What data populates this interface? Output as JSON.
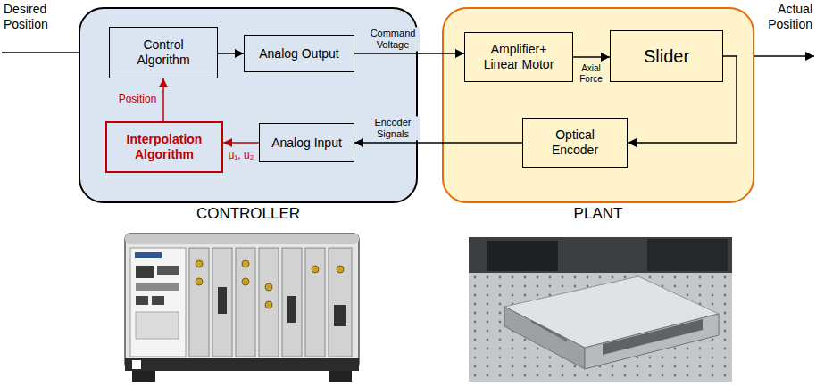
{
  "diagram": {
    "nodes": [
      {
        "text": [
          "CONTROLLER"
        ]
      },
      {
        "text": [
          "Control Algorithm"
        ],
        "in": 0
      },
      {
        "text": [
          "Analog Output"
        ],
        "in": 0
      },
      {
        "text": [
          "Interpolation Algorithm"
        ],
        "in": 0
      },
      {
        "text": [
          "Analog Input"
        ],
        "in": 0
      },
      {
        "text": [
          "PLANT"
        ]
      },
      {
        "text": [
          "Amplifier+ Linear Motor"
        ],
        "in": 5
      },
      {
        "text": [
          "Slider"
        ],
        "in": 5
      },
      {
        "text": [
          "Optical Encoder"
        ],
        "in": 5
      }
    ],
    "edges": [
      {
        "from": 1,
        "to": 2,
        "arrow": "to"
      },
      {
        "from": 2,
        "to": 6,
        "label": "Command Voltage",
        "arrow": "to"
      },
      {
        "from": 6,
        "to": 7,
        "label": "Axial Force",
        "arrow": "to"
      },
      {
        "from": 7,
        "to": 8,
        "arrow": "to"
      },
      {
        "from": 8,
        "to": 4,
        "label": "Encoder Signals",
        "arrow": "to"
      },
      {
        "from": 4,
        "to": 3,
        "label": "u₁, u₂",
        "arrow": "to"
      },
      {
        "from": 3,
        "to": 1,
        "label": "Position",
        "arrow": "to"
      }
    ],
    "labels": [
      "Desired Position",
      "Actual Position"
    ]
  }
}
